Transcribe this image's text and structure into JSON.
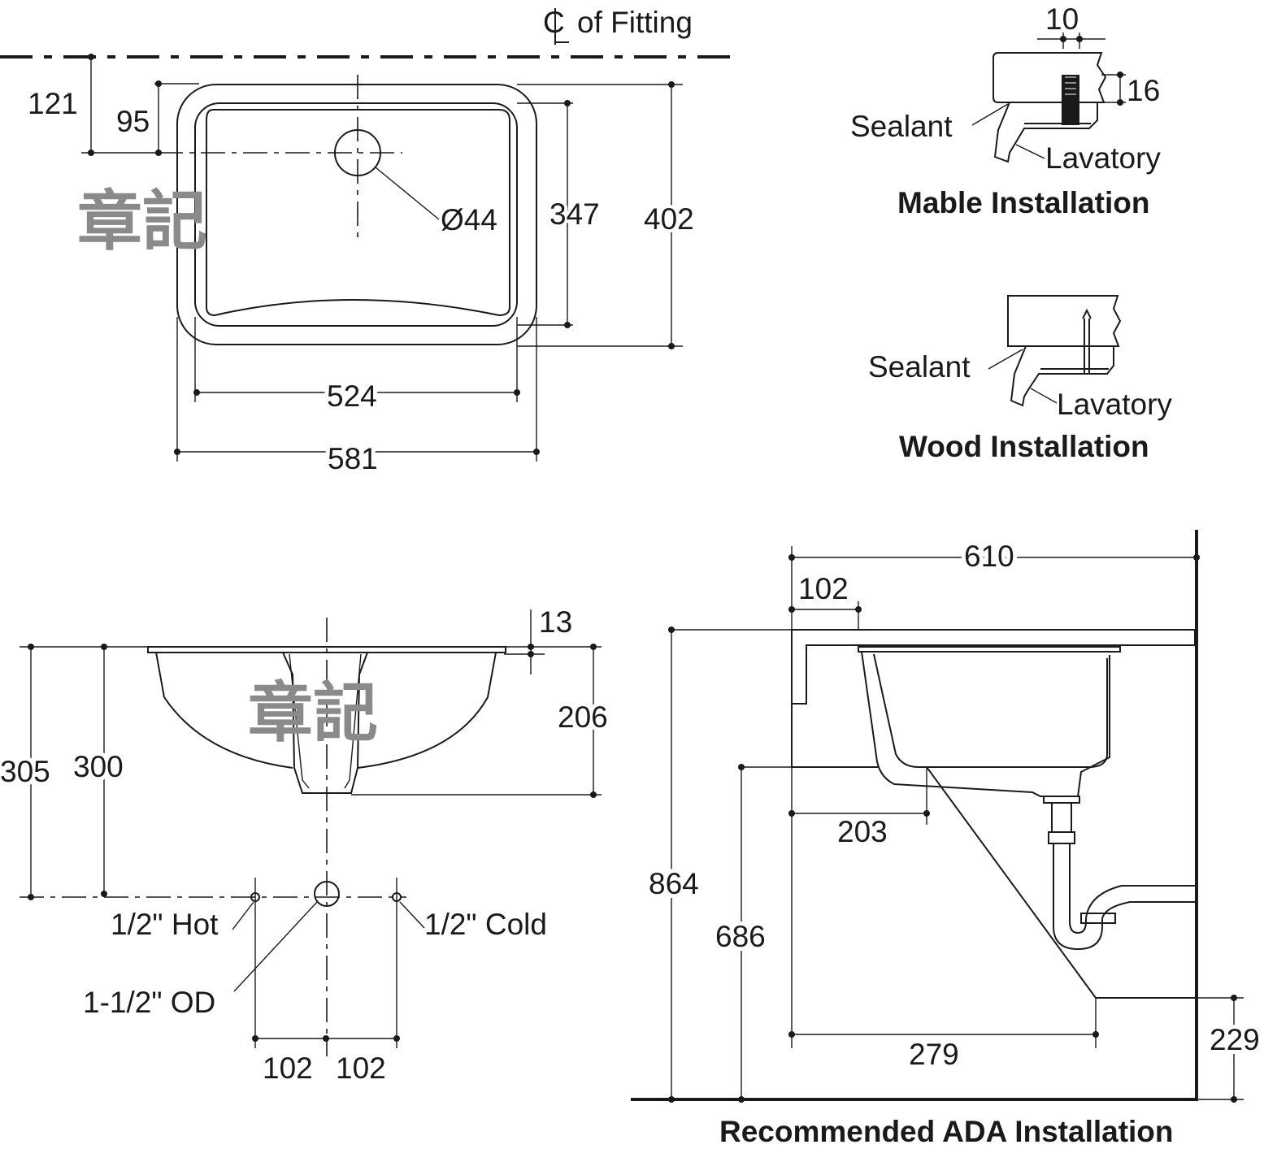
{
  "top_view": {
    "centerline_label": "of Fitting",
    "centerline_symbol": "CL",
    "dims": {
      "d121": "121",
      "d95": "95",
      "d44": "Ø44",
      "d347": "347",
      "d402": "402",
      "d524": "524",
      "d581": "581"
    }
  },
  "mable": {
    "title": "Mable Installation",
    "sealant": "Sealant",
    "lavatory": "Lavatory",
    "d10": "10",
    "d16": "16"
  },
  "wood": {
    "title": "Wood Installation",
    "sealant": "Sealant",
    "lavatory": "Lavatory"
  },
  "side_view": {
    "dims": {
      "d13": "13",
      "d206": "206",
      "d305": "305",
      "d300": "300",
      "d102a": "102",
      "d102b": "102"
    },
    "labels": {
      "hot": "1/2\" Hot",
      "cold": "1/2\" Cold",
      "od": "1-1/2\" OD"
    }
  },
  "ada": {
    "title": "Recommended ADA Installation",
    "dims": {
      "d610": "610",
      "d102": "102",
      "d864": "864",
      "d686": "686",
      "d203": "203",
      "d279": "279",
      "d229": "229"
    }
  },
  "watermark": "章記"
}
